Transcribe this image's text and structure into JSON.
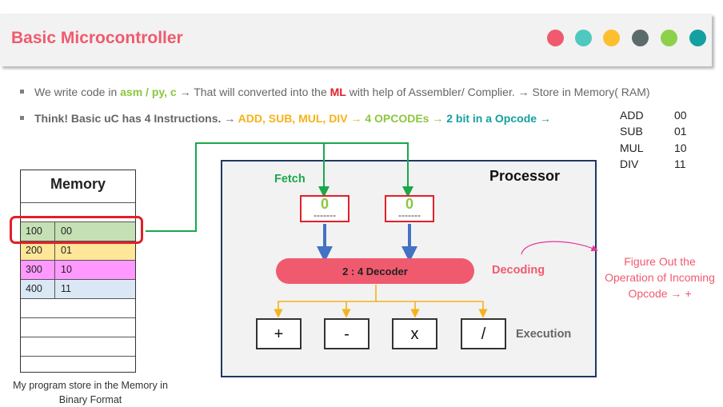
{
  "header": {
    "title": "Basic Microcontroller",
    "dots": [
      "#f05a6e",
      "#4fc9c0",
      "#fdbf2d",
      "#5b6b6b",
      "#8cd14a",
      "#14a0a0"
    ]
  },
  "bullets": {
    "line1": {
      "t1": "We write code in ",
      "lang": "asm / py, c",
      "t2": " → That will converted into the ",
      "ml": "ML",
      "t3": " with help of Assembler/ Complier. → Store in Memory( RAM)"
    },
    "line2": {
      "t1": "Think! Basic uC has 4 Instructions. → ",
      "ops": "ADD, SUB, MUL, DIV",
      "arrow1": " → ",
      "count": "4 OPCODEs",
      "arrow2": " → ",
      "bits": "2 bit in a Opcode",
      "arrow3": " →"
    }
  },
  "opcodes": [
    {
      "name": "ADD",
      "code": "00"
    },
    {
      "name": "SUB",
      "code": "01"
    },
    {
      "name": "MUL",
      "code": "10"
    },
    {
      "name": "DIV",
      "code": "11"
    }
  ],
  "memory": {
    "title": "Memory",
    "rows": [
      {
        "addr": "100",
        "val": "00",
        "color": "#c5e0b4"
      },
      {
        "addr": "200",
        "val": "01",
        "color": "#ffe699"
      },
      {
        "addr": "300",
        "val": "10",
        "color": "#ff99ff"
      },
      {
        "addr": "400",
        "val": "11",
        "color": "#dae8f5"
      }
    ],
    "caption_line1": "My program store in the Memory in",
    "caption_line2": "Binary Format"
  },
  "processor": {
    "title": "Processor",
    "fetch_label": "Fetch",
    "registers": [
      {
        "value": "0",
        "dashes": "-------"
      },
      {
        "value": "0",
        "dashes": "-------"
      }
    ],
    "decoder": "2 : 4 Decoder",
    "decoding_label": "Decoding",
    "execution_label": "Execution",
    "operations": [
      "+",
      "-",
      "x",
      "/"
    ]
  },
  "annotation": {
    "line1": "Figure Out the",
    "line2": "Operation of Incoming",
    "line3": "Opcode → +"
  },
  "colors": {
    "accent_red": "#f05a6e",
    "green": "#1aa84b",
    "blue_arrow": "#4472c4",
    "orange_line": "#f5b21a",
    "register_border": "#e0202a",
    "processor_border": "#1f3864",
    "annotation_curve": "#e5359a"
  }
}
